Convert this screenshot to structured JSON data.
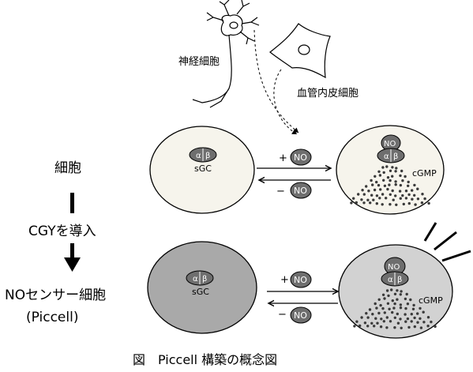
{
  "labels": {
    "neuron": "神経細胞",
    "endothelial": "血管内皮細胞",
    "cell": "細胞",
    "introduce": "CGYを導入",
    "sensor_line1": "NOセンサー細胞",
    "sensor_line2": "(Piccell)",
    "caption": "図　Piccell 構築の概念図"
  },
  "molecules": {
    "alpha": "α",
    "beta": "β",
    "sgc": "sGC",
    "no": "NO",
    "cgmp": "cGMP",
    "plus": "+",
    "minus": "−"
  },
  "colors": {
    "normal_cell_fill": "#f6f4ec",
    "sensor_cell_fill": "#a9a9a9",
    "sensor_cell_right_fill": "#d2d2d2",
    "molecule_fill": "#6e6e6e",
    "dot_fill": "#3a3a3a"
  }
}
